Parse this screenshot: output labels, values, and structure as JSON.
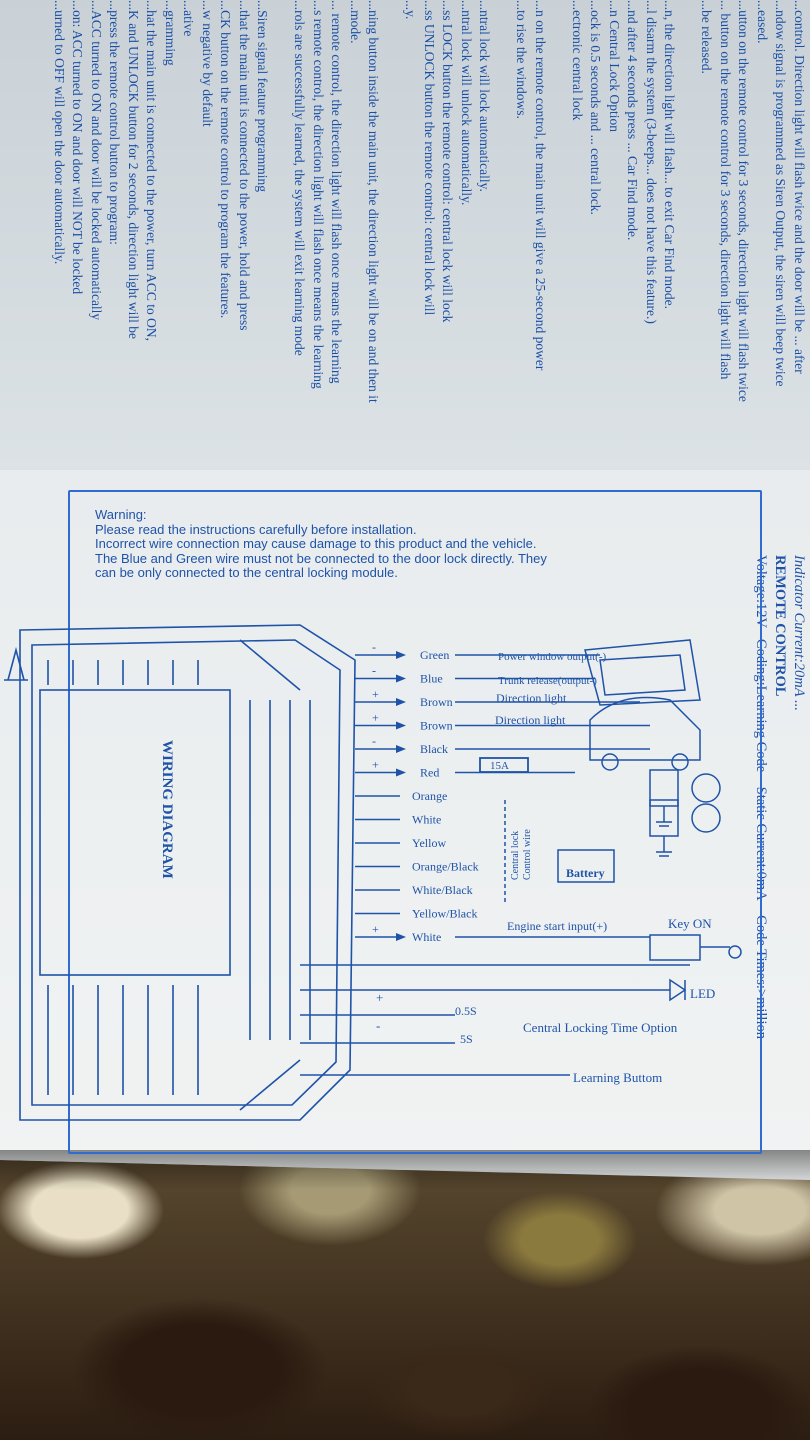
{
  "instructions": {
    "lines": [
      "...control. Direction light will flash twice and the door will be ... after",
      "...ndow signal is programmed as Siren Output, the siren will beep twice",
      "...eased.",
      "...utton on the remote control for 3 seconds, direction light will flash twice",
      "... button on the remote control for 3 seconds, direction light will flash",
      "...be released.",
      "",
      "...n, the direction light will flash... to exit Car Find mode.",
      "...l disarm the system (3-beeps... does not have this feature.)",
      "...nd after 4 seconds press ... Car Find mode.",
      "...n Central Lock Option",
      "...ock is 0.5 seconds and ... central lock.",
      "...ectronic central lock",
      "",
      "...n on the remote control, the main unit will give a 25-second power",
      "...to rise the windows.",
      "",
      "...ntral lock will lock automatically.",
      "...ntral lock will unlock automatically.",
      "...ss LOCK button the remote control: central lock will lock",
      "...ss UNLOCK button the remote control: central lock will",
      "...y.",
      "",
      "...ning button inside the main unit, the direction light will be on and then it",
      "...mode.",
      "... remote control, the direction light will flash once means the learning",
      "...s remote control, the direction light will flash once means the learning",
      "...rols are successfully learned, the system will exit learning mode",
      "",
      "...Siren signal feature programming",
      "...that the main unit is connected to the power, hold and press",
      "...CK button on the remote control to program the features.",
      "...w negative by default",
      "...ative",
      "...gramming",
      "...hat the main unit is connected to the power, turn ACC to ON,",
      "...K and UNLOCK button for 2 seconds, direction light will be",
      "...press the remote control button to program:",
      "...ACC turned to ON and door will be locked automatically",
      "...on: ACC turned to ON and door will NOT be locked",
      "...urned to OFF will open the door automatically."
    ]
  },
  "remote_control": {
    "indicator": "Indicator Current:20mA ...",
    "title": "REMOTE CONTROL",
    "voltage": "Voltage:12V",
    "coding": "Coding:Learning Code",
    "static_current": "Static Current:0mA",
    "code_times": "Code Times:>million"
  },
  "warning": {
    "heading": "Warning:",
    "lines": [
      "Please read the instructions carefully before installation.",
      "Incorrect wire connection may cause damage to this product and the vehicle.",
      "The Blue and Green wire must not be connected to the door lock directly. They",
      "can be only connected to the central locking module."
    ]
  },
  "diagram": {
    "title": "WIRING DIAGRAM",
    "wires": [
      {
        "color": "Green",
        "polarity": "-"
      },
      {
        "color": "Blue",
        "polarity": "-"
      },
      {
        "color": "Brown",
        "polarity": "+"
      },
      {
        "color": "Brown",
        "polarity": "+"
      },
      {
        "color": "Black",
        "polarity": "-"
      },
      {
        "color": "Red",
        "polarity": "+"
      },
      {
        "color": "Orange",
        "polarity": ""
      },
      {
        "color": "White",
        "polarity": ""
      },
      {
        "color": "Yellow",
        "polarity": ""
      },
      {
        "color": "Orange/Black",
        "polarity": ""
      },
      {
        "color": "White/Black",
        "polarity": ""
      },
      {
        "color": "Yellow/Black",
        "polarity": ""
      },
      {
        "color": "White",
        "polarity": "+"
      }
    ],
    "outputs": {
      "power_window": "Power window output(-)",
      "trunk": "Trunk release(output-)",
      "direction1": "Direction light",
      "direction2": "Direction light",
      "engine": "Engine start input(+)"
    },
    "fuse": "15A",
    "central_lock_label": "Central lock",
    "control_wire_label": "Control wire",
    "battery": "Battery",
    "key_on": "Key ON",
    "led": "LED",
    "time_05": "0.5S",
    "time_5": "5S",
    "time_option": "Central Locking Time Option",
    "learning": "Learning Buttom",
    "plus": "+",
    "minus": "-"
  }
}
